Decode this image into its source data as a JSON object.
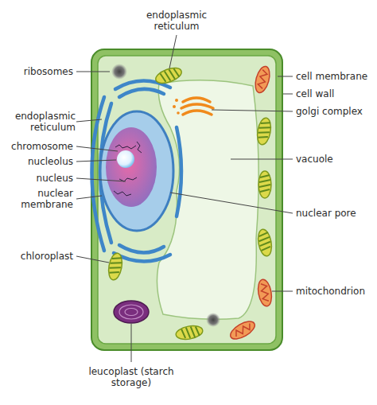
{
  "diagram": {
    "labels": [
      "endoplasmic reticulum",
      "ribosomes",
      "cell membrane",
      "cell wall",
      "golgi complex",
      "endoplasmic reticulum",
      "chromosome",
      "nucleolus",
      "nucleus",
      "nuclear membrane",
      "vacuole",
      "nuclear pore",
      "chloroplast",
      "mitochondrion",
      "leucoplast (starch storage)"
    ]
  }
}
